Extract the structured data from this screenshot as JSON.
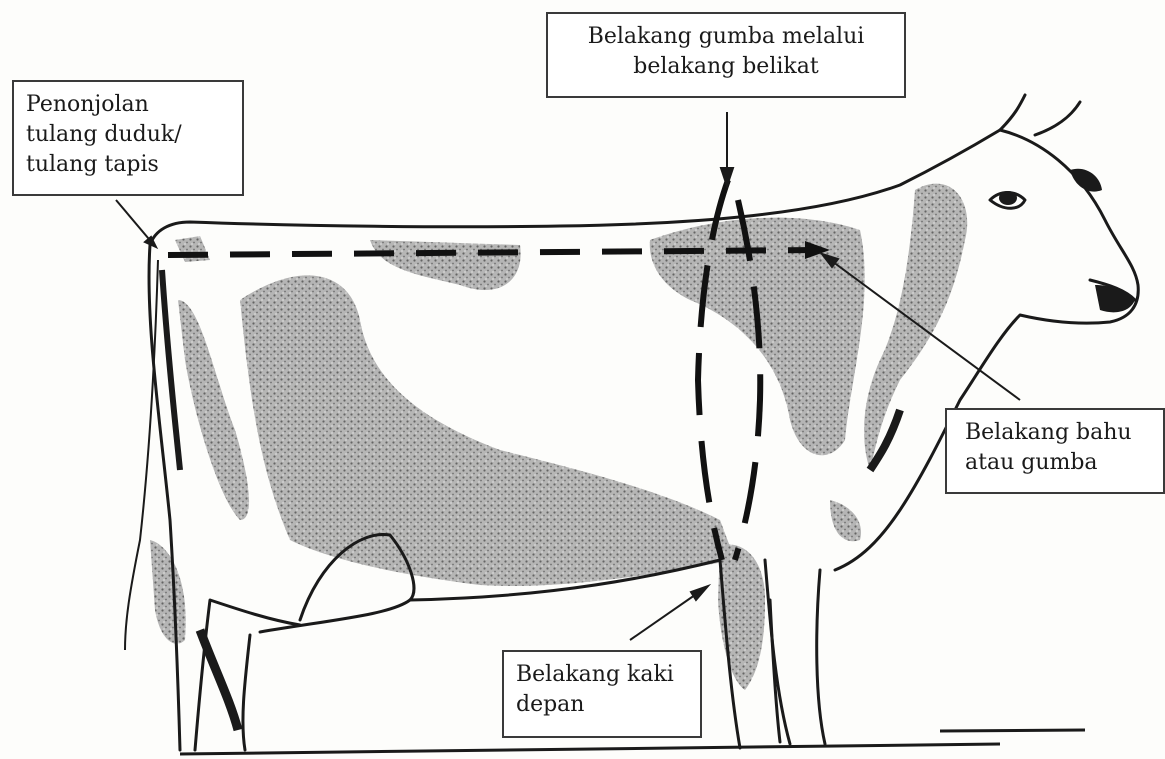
{
  "labels": {
    "ischial": [
      "Penonjolan",
      "tulang duduk/",
      "tulang tapis"
    ],
    "withers_scapula": [
      "Belakang gumba melalui",
      "belakang belikat"
    ],
    "shoulder": [
      "Belakang bahu",
      "atau gumba"
    ],
    "foreleg": [
      "Belakang kaki",
      "depan"
    ]
  },
  "colors": {
    "outline": "#1a1a1a",
    "spots": "#8a8a8a",
    "background": "#fdfdfb"
  }
}
